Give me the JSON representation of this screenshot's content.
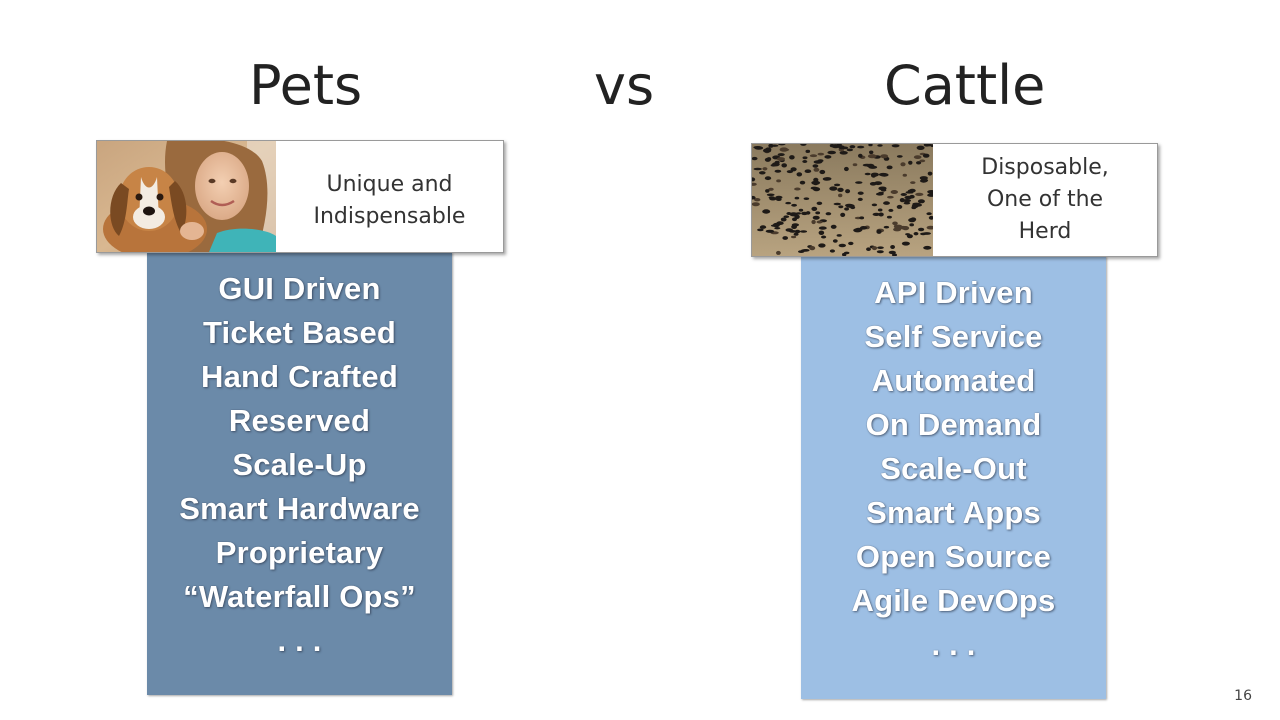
{
  "headings": {
    "left": "Pets",
    "middle": "vs",
    "right": "Cattle"
  },
  "pets": {
    "image": "girl-with-puppy-photo",
    "caption": "Unique and\nIndispensable",
    "traits": [
      "GUI Driven",
      "Ticket Based",
      "Hand Crafted",
      "Reserved",
      "Scale-Up",
      "Smart Hardware",
      "Proprietary",
      "“Waterfall Ops”",
      ". . ."
    ]
  },
  "cattle": {
    "image": "cattle-herd-aerial-photo",
    "caption": "Disposable,\nOne of the\nHerd",
    "traits": [
      "API Driven",
      "Self Service",
      "Automated",
      "On Demand",
      "Scale-Out",
      "Smart Apps",
      "Open Source",
      "Agile DevOps",
      ". . ."
    ]
  },
  "colors": {
    "pets_column": "#6b8aa9",
    "cattle_column": "#9dbfe4",
    "heading_text": "#222222"
  },
  "page_number": "16"
}
